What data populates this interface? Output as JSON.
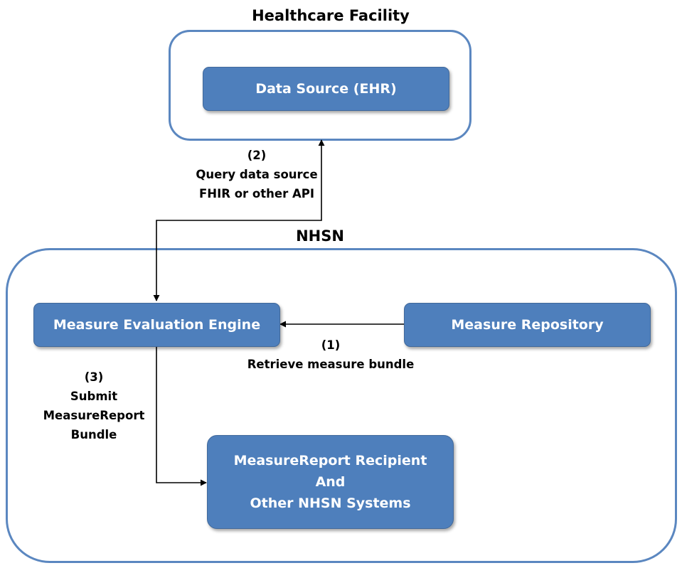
{
  "containers": {
    "facility": {
      "title": "Healthcare Facility"
    },
    "nhsn": {
      "title": "NHSN"
    }
  },
  "nodes": {
    "data_source": {
      "label": "Data Source (EHR)"
    },
    "engine": {
      "label": "Measure Evaluation Engine"
    },
    "repository": {
      "label": "Measure Repository"
    },
    "recipient": {
      "lines": [
        "MeasureReport Recipient",
        "And",
        "Other NHSN Systems"
      ]
    }
  },
  "edges": {
    "retrieve": {
      "lines": [
        "(1)",
        "Retrieve measure bundle"
      ]
    },
    "query": {
      "lines": [
        "(2)",
        "Query data source",
        "FHIR or other API"
      ]
    },
    "submit": {
      "lines": [
        "(3)",
        "Submit",
        "MeasureReport",
        "Bundle"
      ]
    }
  },
  "colors": {
    "node_fill": "#4e7fbc",
    "container_border": "#5b87c0",
    "edge": "#000000"
  }
}
